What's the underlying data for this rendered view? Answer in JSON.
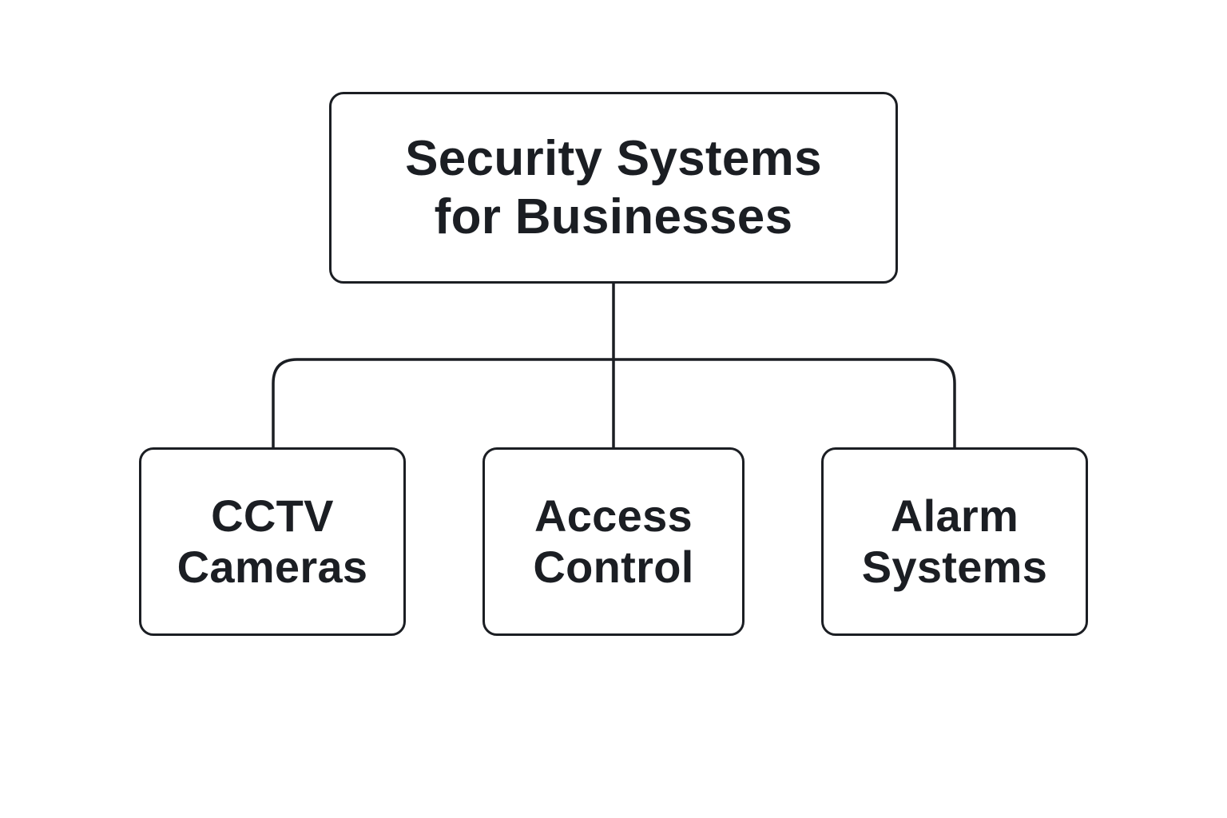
{
  "diagram": {
    "type": "hierarchy",
    "root": {
      "id": "root",
      "line1": "Security Systems",
      "line2": "for Businesses"
    },
    "children": [
      {
        "id": "cctv",
        "line1": "CCTV",
        "line2": "Cameras"
      },
      {
        "id": "access",
        "line1": "Access",
        "line2": "Control"
      },
      {
        "id": "alarm",
        "line1": "Alarm",
        "line2": "Systems"
      }
    ],
    "edges": [
      {
        "from": "root",
        "to": "cctv"
      },
      {
        "from": "root",
        "to": "access"
      },
      {
        "from": "root",
        "to": "alarm"
      }
    ],
    "colors": {
      "stroke": "#1b1e23",
      "background": "#ffffff",
      "text": "#1b1e23"
    }
  }
}
